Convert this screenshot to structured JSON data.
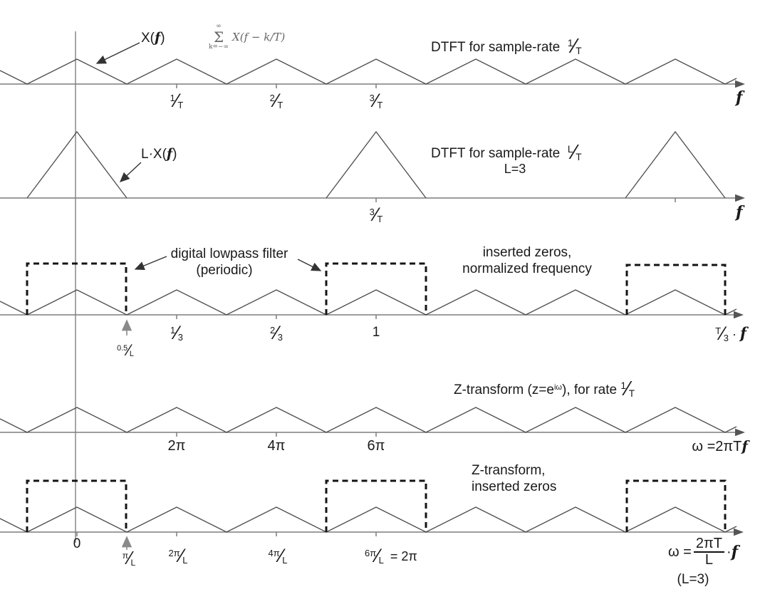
{
  "figure": {
    "row1": {
      "signal_pre": "X(",
      "signal_f": "f",
      "signal_post": ")",
      "sum_top": "∞",
      "sum_sigma": "Σ",
      "sum_bottom": "k=−∞",
      "sum_expr_pre": "X(",
      "sum_expr_f": "f",
      "sum_expr_post": " − k/T)",
      "title_text": "DTFT for sample-rate",
      "title_frac_num": "1",
      "title_frac_den": "T",
      "tick1_num": "1",
      "tick1_den": "T",
      "tick2_num": "2",
      "tick2_den": "T",
      "tick3_num": "3",
      "tick3_den": "T",
      "axis_label": "f"
    },
    "row2": {
      "signal_pre": "L·X(",
      "signal_f": "f",
      "signal_post": ")",
      "title_text": "DTFT for sample-rate",
      "title_frac_num": "L",
      "title_frac_den": "T",
      "subtitle": "L=3",
      "tick1_num": "3",
      "tick1_den": "T",
      "axis_label": "f"
    },
    "row3": {
      "filter_line1": "digital lowpass filter",
      "filter_line2": "(periodic)",
      "caption_line1": "inserted zeros,",
      "caption_line2": "normalized frequency",
      "cutoff_num": "0.5",
      "cutoff_den": "L",
      "tick1_num": "1",
      "tick1_den": "3",
      "tick2_num": "2",
      "tick2_den": "3",
      "tick3": "1",
      "axis_num": "T",
      "axis_den": "3",
      "axis_dot": "·",
      "axis_f": "f"
    },
    "row4": {
      "title_pre": "Z-transform (z=e",
      "title_sup": "iω",
      "title_mid": "), for rate",
      "title_frac_num": "1",
      "title_frac_den": "T",
      "tick1": "2π",
      "tick2": "4π",
      "tick3": "6π",
      "axis_pre": "ω =2πT",
      "axis_f": "f"
    },
    "row5": {
      "caption_line1": "Z-transform,",
      "caption_line2": "inserted zeros",
      "tick0": "0",
      "cutoff_num": "π",
      "cutoff_den": "L",
      "tick1_num": "2π",
      "tick1_den": "L",
      "tick2_num": "4π",
      "tick2_den": "L",
      "tick3_num": "6π",
      "tick3_den": "L",
      "tick3_suffix": "= 2π",
      "axis_pre": "ω =",
      "axis_num": "2πT",
      "axis_den": "L",
      "axis_dot": "·",
      "axis_f": "f",
      "note": "(L=3)"
    }
  }
}
